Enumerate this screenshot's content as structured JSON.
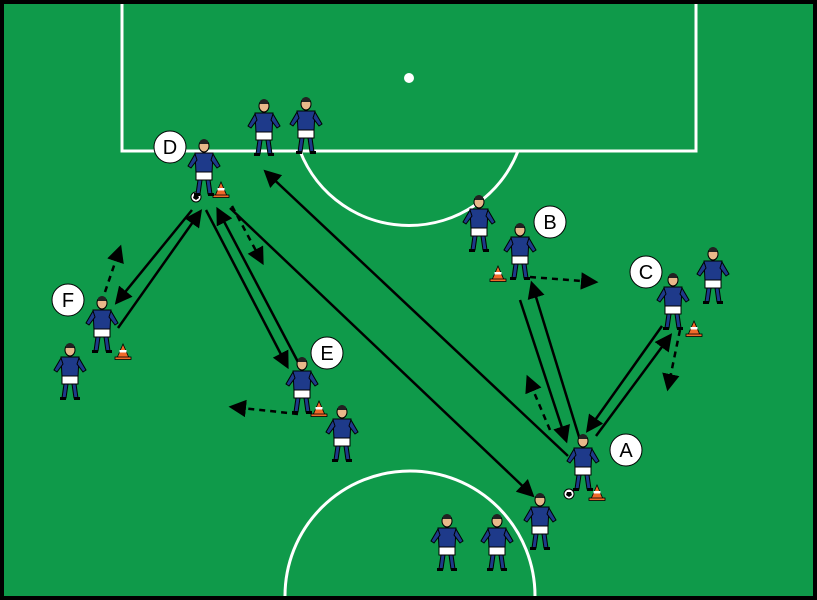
{
  "colors": {
    "pitch": "#0f9a4a",
    "border": "#000000",
    "lines": "#ffffff",
    "shirt": "#1e3a8a",
    "shorts": "#ffffff",
    "skin": "#e8b88a",
    "cone": "#f06a2a",
    "arrow": "#000000"
  },
  "labels": {
    "A": "A",
    "B": "B",
    "C": "C",
    "D": "D",
    "E": "E",
    "F": "F"
  }
}
